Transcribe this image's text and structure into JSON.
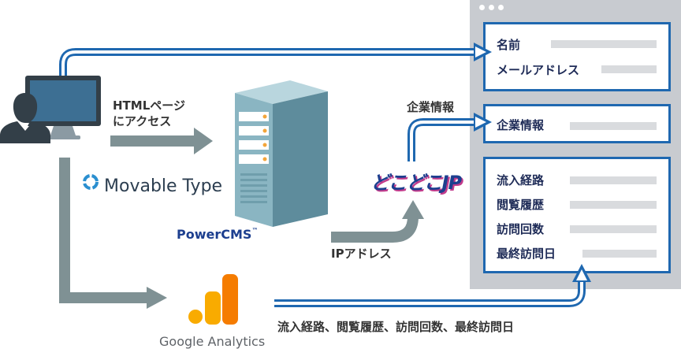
{
  "colors": {
    "blue_arrow": "#1f68b0",
    "gray_arrow": "#7f9194",
    "browser_bg": "#c8cbd0",
    "placeholder_bar": "#d9dbde",
    "label_text": "#1e2b57",
    "server_front": "#8ab5c2",
    "server_side": "#5e8c9c"
  },
  "flow_labels": {
    "html_access_line1": "HTMLページ",
    "html_access_line2": "にアクセス",
    "company_info": "企業情報",
    "ip_address": "IPアドレス",
    "ga_metrics": "流入経路、閲覧履歴、訪問回数、最終訪問日"
  },
  "logos": {
    "movable_type": "Movable Type",
    "powercms": "PowerCMS",
    "powercms_tm": "™",
    "dokodoko": "どこどこJP",
    "google_analytics": "Google Analytics"
  },
  "browser_window": {
    "profile_card": {
      "fields": [
        "名前",
        "メールアドレス"
      ]
    },
    "company_card": {
      "fields": [
        "企業情報"
      ]
    },
    "analytics_card": {
      "fields": [
        "流入経路",
        "閲覧履歴",
        "訪問回数",
        "最終訪問日"
      ]
    }
  },
  "icons": {
    "user": "user-icon",
    "monitor": "monitor-icon",
    "server": "server-icon",
    "movable_type_mark": "movable-type-icon",
    "google_analytics_mark": "google-analytics-icon"
  }
}
